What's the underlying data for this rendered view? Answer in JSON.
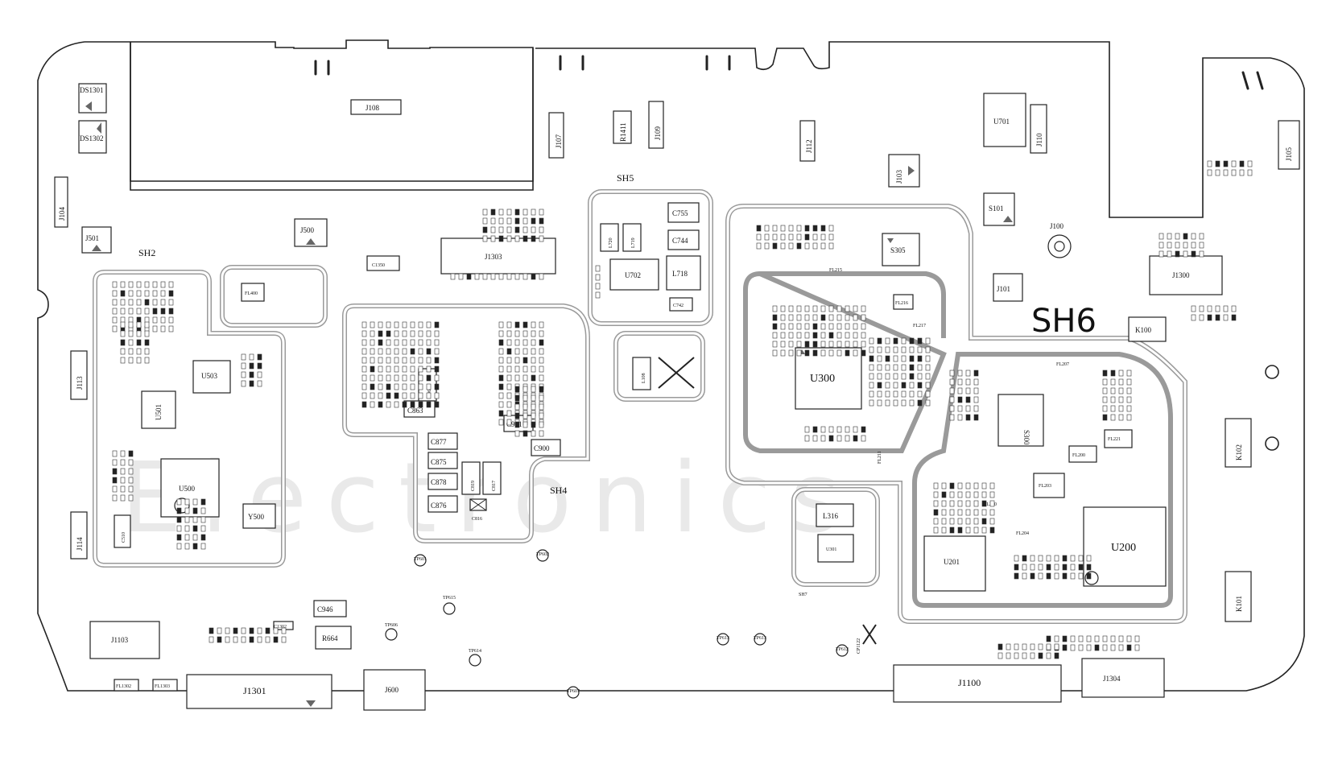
{
  "shields": {
    "sh2": "SH2",
    "sh4": "SH4",
    "sh5": "SH5",
    "sh6": "SH6",
    "sh7": "SH7"
  },
  "components": {
    "ds1301": "DS1301",
    "ds1302": "DS1302",
    "j104": "J104",
    "j501": "J501",
    "j108": "J108",
    "j500": "J500",
    "j107": "J107",
    "r1411": "R1411",
    "j109": "J109",
    "j112": "J112",
    "j103": "J103",
    "u701": "U701",
    "j110": "J110",
    "j105": "J105",
    "s101": "S101",
    "j100": "J100",
    "c755": "C755",
    "c744": "C744",
    "l720": "L720",
    "l719": "L719",
    "u702": "U702",
    "l718": "L718",
    "c742": "C742",
    "s305": "S305",
    "j101": "J101",
    "j1300": "J1300",
    "k100": "K100",
    "j1303": "J1303",
    "c1350": "C1350",
    "fl215": "FL215",
    "fl216": "FL216",
    "fl217": "FL217",
    "u300": "U300",
    "l108": "L108",
    "u503": "U503",
    "u501": "U501",
    "u500": "U500",
    "y500": "Y500",
    "c510": "C510",
    "j113": "J113",
    "j114": "J114",
    "c964": "C964",
    "c863": "C863",
    "c877": "C877",
    "c875": "C875",
    "c878": "C878",
    "c876": "C876",
    "c819": "C819",
    "c817": "C817",
    "c816": "C816",
    "c901": "C901",
    "c900": "C900",
    "fl207": "FL207",
    "s300": "S300",
    "fl200": "FL200",
    "fl221": "FL221",
    "fl203": "FL203",
    "fl210": "FL210",
    "fl204": "FL204",
    "k102": "K102",
    "k101": "K101",
    "l316": "L316",
    "u301": "U301",
    "u201": "U201",
    "u200": "U200",
    "c946": "C946",
    "r664": "R664",
    "j1103": "J1103",
    "j1301": "J1301",
    "j600": "J600",
    "j1100": "J1100",
    "j1304": "J1304",
    "fl1302": "FL1302",
    "fl1303": "FL1303",
    "c1302": "C1302",
    "cp1122": "CP1122",
    "fl400": "FL400",
    "fl211": "FL211"
  },
  "testpoints": {
    "tp601": "TP601",
    "tp602": "TP602",
    "tp615": "TP615",
    "tp606": "TP606",
    "tp614": "TP614",
    "tp607": "TP607",
    "tp612": "TP612",
    "tp613": "TP613",
    "tp613b": "TP613"
  }
}
